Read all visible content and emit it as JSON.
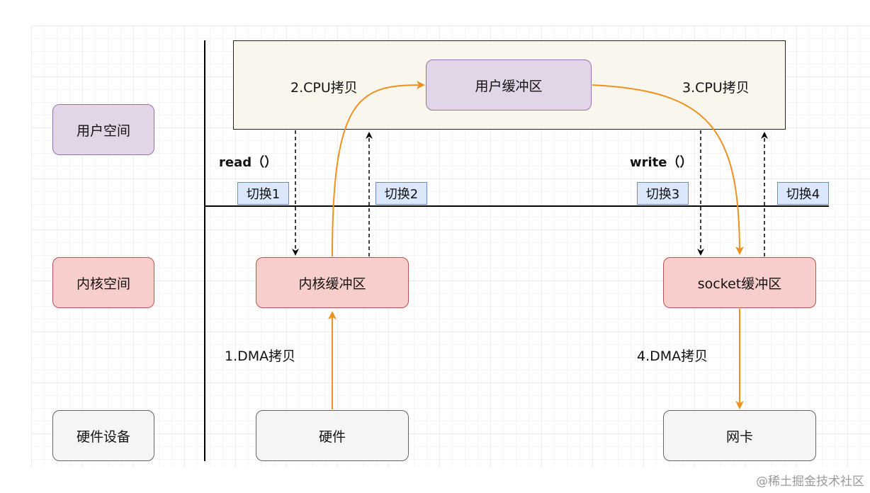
{
  "rows": {
    "user_space": "用户空间",
    "kernel_space": "内核空间",
    "hardware_device": "硬件设备"
  },
  "boxes": {
    "user_buffer": "用户缓冲区",
    "kernel_buffer": "内核缓冲区",
    "socket_buffer": "socket缓冲区",
    "hardware": "硬件",
    "nic": "网卡"
  },
  "calls": {
    "read": "read（）",
    "write": "write（）"
  },
  "switches": [
    "切换1",
    "切换2",
    "切换3",
    "切换4"
  ],
  "copies": {
    "dma1": "1.DMA拷贝",
    "cpu2": "2.CPU拷贝",
    "cpu3": "3.CPU拷贝",
    "dma4": "4.DMA拷贝"
  },
  "watermark": "@稀土掘金技术社区",
  "colors": {
    "data_arrow": "#f0901e",
    "switch_arrow": "#000000",
    "user_fill": "#e1d5e7",
    "kernel_fill": "#f8cecc",
    "hardware_fill": "#f5f5f5",
    "switch_fill": "#dae8fc",
    "user_area_fill": "#f9f7ed"
  }
}
